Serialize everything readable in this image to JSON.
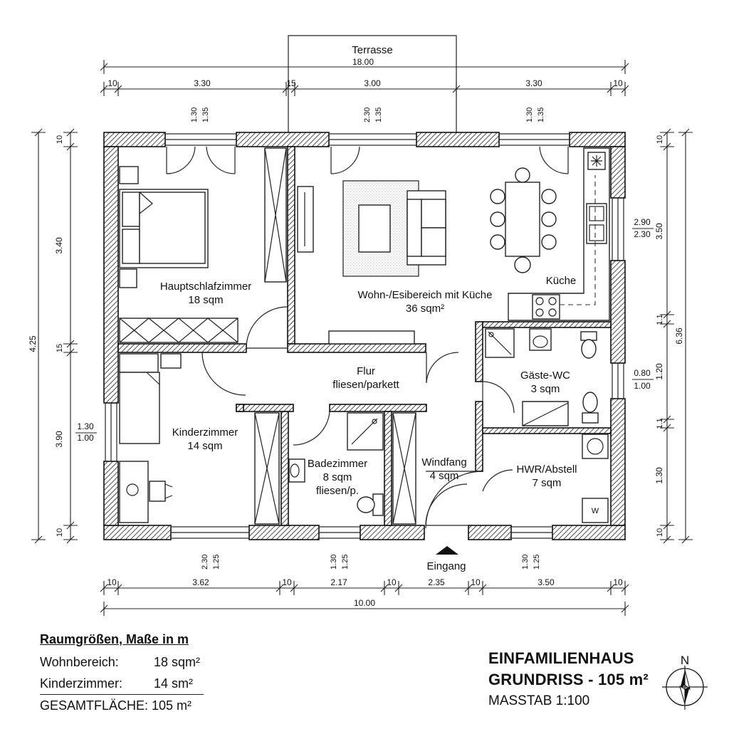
{
  "rooms": {
    "terrasse": "Terrasse",
    "hauptschlafzimmer": {
      "name": "Hauptschlafzimmer",
      "area": "18 sqm"
    },
    "wohnbereich": {
      "name": "Wohn-/Esibereich mit Küche",
      "area": "36 sqm²"
    },
    "kueche": "Küche",
    "flur": {
      "name": "Flur",
      "floor": "fliesen/parkett"
    },
    "gaeste_wc": {
      "name": "Gäste-WC",
      "area": "3 sqm"
    },
    "kinderzimmer": {
      "name": "Kinderzimmer",
      "area": "14 sqm"
    },
    "badezimmer": {
      "name": "Badezimmer",
      "area": "8 sqm",
      "floor": "fliesen/p."
    },
    "windfang": {
      "name": "Windfang",
      "area": "4 sqm"
    },
    "hwr": {
      "name": "HWR/Abstell",
      "area": "7 sqm"
    },
    "eingang": "Eingang",
    "washer_symbol": "W"
  },
  "dimensions": {
    "top_overall": "18.00",
    "top": [
      "10",
      "3.30",
      "15",
      "3.00",
      "3.30",
      "10"
    ],
    "bottom": [
      "10",
      "3.62",
      "10",
      "2.17",
      "10",
      "2.35",
      "10",
      "3.50",
      "10"
    ],
    "bottom_overall": "10.00",
    "left": [
      "10",
      "3.40",
      "15",
      "3.90",
      "10"
    ],
    "left_overall": "4.25",
    "right": [
      "10",
      "3.50",
      "1.1",
      "1.20",
      "1.1",
      "1.30",
      "10"
    ],
    "right_overall": "6.36",
    "windows": {
      "top_left": [
        "1.30",
        "1.35"
      ],
      "top_center": [
        "2.30",
        "1.35"
      ],
      "top_right": [
        "1.30",
        "1.35"
      ],
      "right_kitchen": [
        "2.90",
        "2.30"
      ],
      "right_wc": [
        "0.80",
        "1.00"
      ],
      "left_kinder": [
        "1.30",
        "1.00"
      ],
      "bottom_left": [
        "2.30",
        "1.25"
      ],
      "bottom_center": [
        "1.30",
        "1.25"
      ],
      "bottom_right": [
        "1.30",
        "1.25"
      ]
    }
  },
  "legend": {
    "title": "Raumgrößen, Maße in m",
    "rows": [
      {
        "label": "Wohnbereich:",
        "value": "18 sqm²"
      },
      {
        "label": "Kinderzimmer:",
        "value": "14 sm²"
      }
    ],
    "total": "GESAMTFLÄCHE: 105 m²"
  },
  "title_block": {
    "line1": "EINFAMILIENHAUS",
    "line2": "GRUNDRISS - 105 m²",
    "line3": "MASSTAB 1:100"
  },
  "north": "N",
  "colors": {
    "ink": "#111111",
    "paper": "#ffffff"
  }
}
